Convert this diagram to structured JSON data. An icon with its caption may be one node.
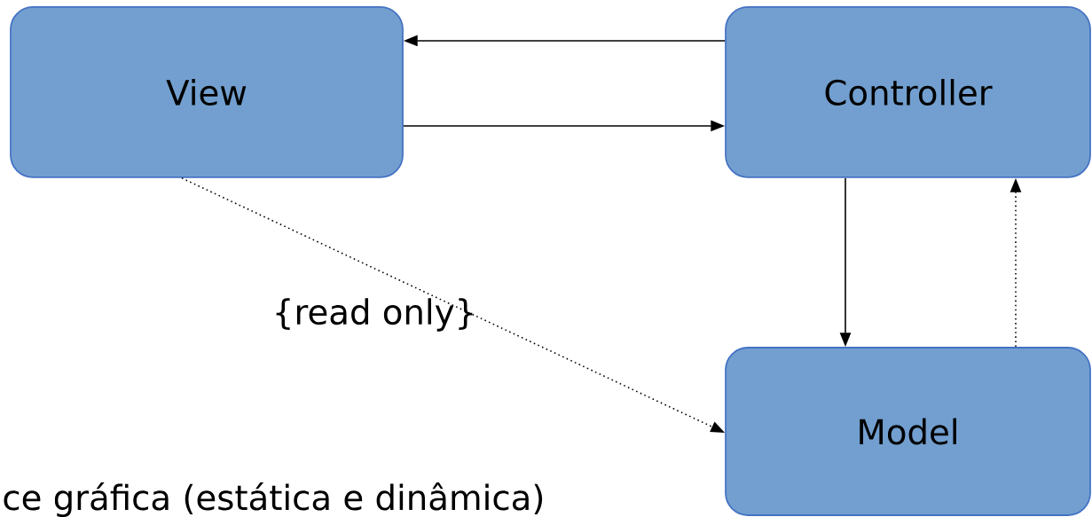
{
  "diagram": {
    "nodes": [
      {
        "text": [
          "View"
        ]
      },
      {
        "text": [
          "Controller"
        ]
      },
      {
        "text": [
          "Model"
        ]
      }
    ],
    "edges": [
      {
        "from": 1,
        "to": 0,
        "arrow": "to"
      },
      {
        "from": 0,
        "to": 1,
        "arrow": "to"
      },
      {
        "from": 0,
        "to": 2,
        "arrow": "to",
        "style": "dashed",
        "label": "{read only}"
      },
      {
        "from": 1,
        "to": 2,
        "arrow": "to"
      },
      {
        "from": 2,
        "to": 1,
        "arrow": "to",
        "style": "dashed"
      }
    ],
    "labels": [
      "ce gráfica (estática e dinâmica)"
    ]
  }
}
